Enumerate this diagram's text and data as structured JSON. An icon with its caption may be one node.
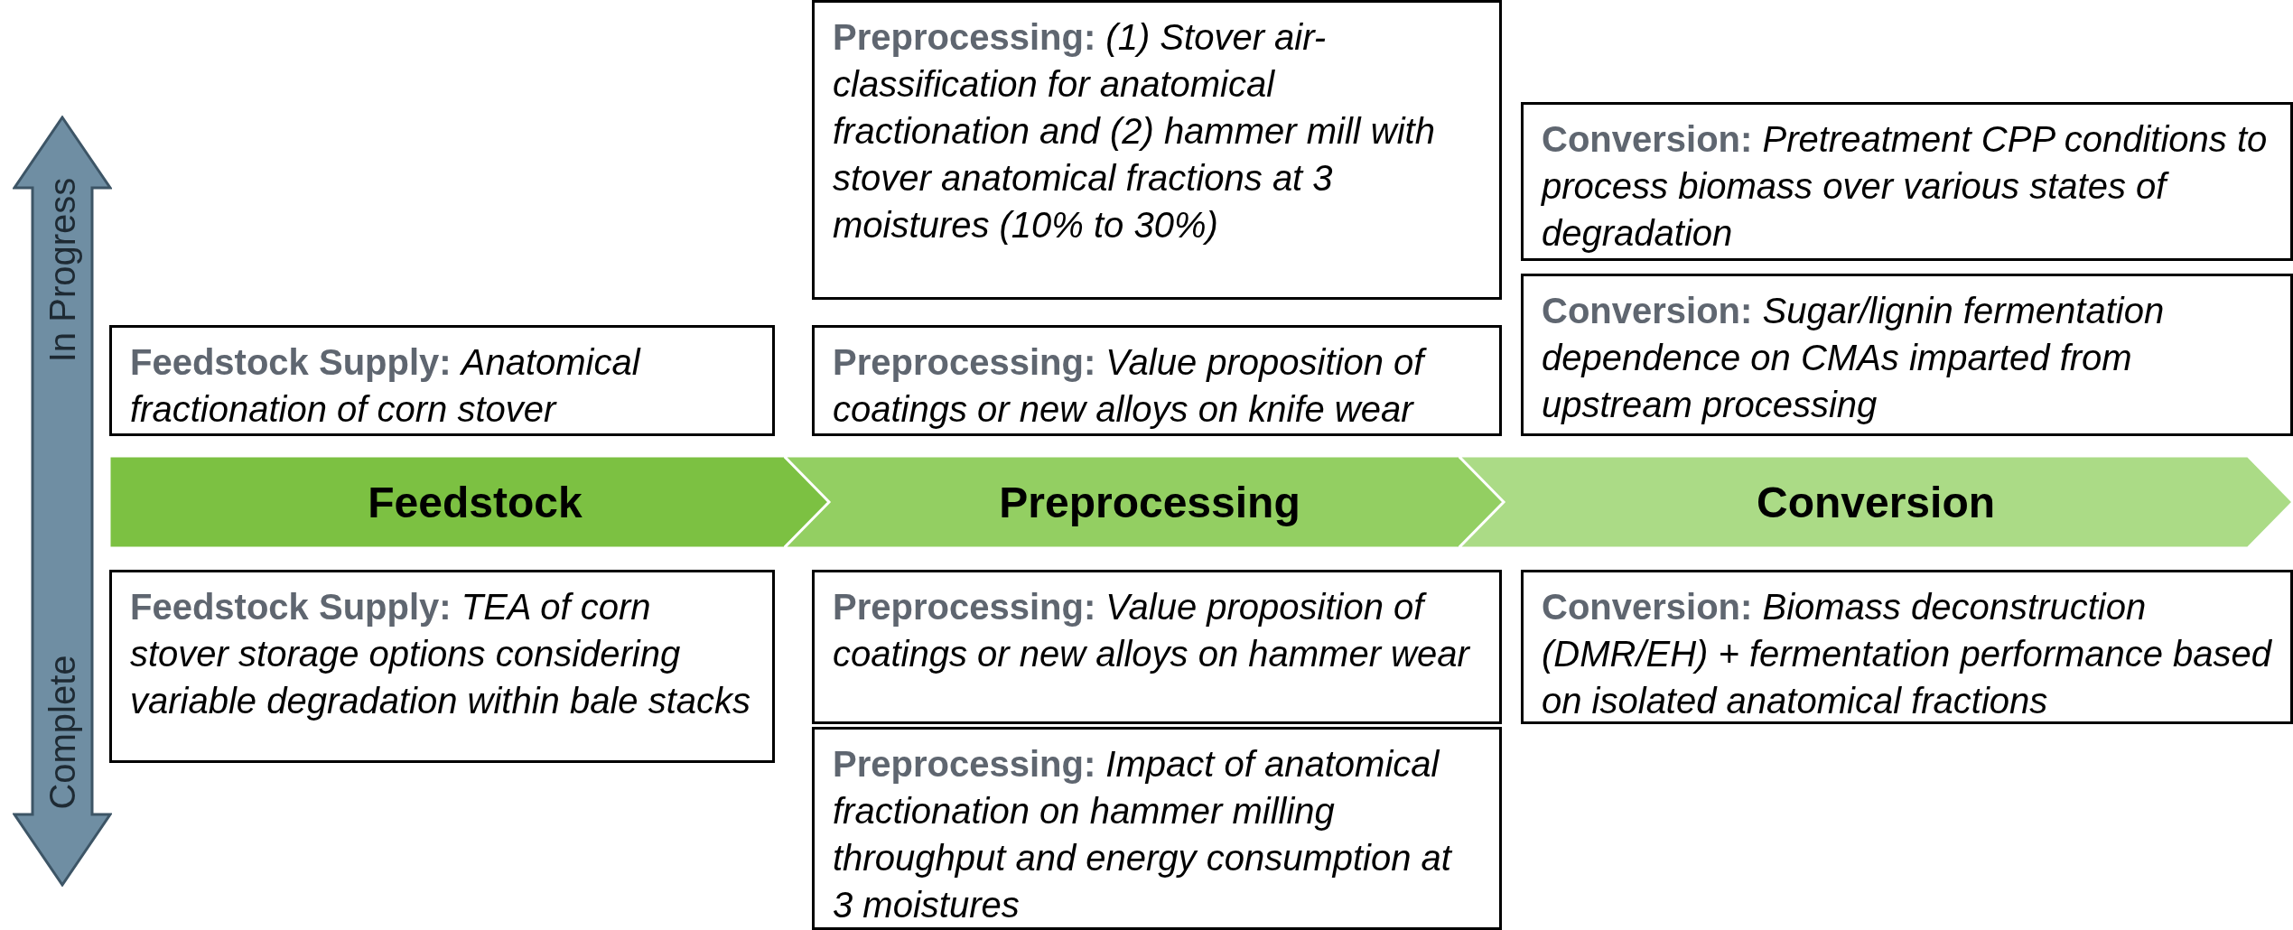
{
  "diagram": {
    "nodes": [
      {
        "text": [
          "In Progress",
          "Complete"
        ]
      },
      {
        "text": [
          "Feedstock"
        ]
      },
      {
        "text": [
          "Preprocessing"
        ]
      },
      {
        "text": [
          "Conversion"
        ]
      },
      {
        "text": [
          "Feedstock Supply:",
          "Anatomical fractionation of corn stover"
        ]
      },
      {
        "text": [
          "Preprocessing:",
          "(1) Stover air-classification for anatomical fractionation and (2) hammer mill with stover anatomical fractions at 3 moistures (10% to 30%)"
        ]
      },
      {
        "text": [
          "Preprocessing:",
          "Value proposition of coatings or new alloys on knife wear"
        ]
      },
      {
        "text": [
          "Conversion:",
          "Pretreatment CPP conditions to process biomass over various states of degradation"
        ]
      },
      {
        "text": [
          "Conversion:",
          "Sugar/lignin fermentation dependence on CMAs imparted from upstream processing"
        ]
      },
      {
        "text": [
          "Feedstock Supply:",
          "TEA of corn stover storage options considering variable degradation within bale stacks"
        ]
      },
      {
        "text": [
          "Preprocessing:",
          "Value proposition of coatings or new alloys on hammer wear"
        ]
      },
      {
        "text": [
          "Preprocessing:",
          "Impact of anatomical fractionation on hammer milling throughput and energy consumption at 3 moistures"
        ]
      },
      {
        "text": [
          "Conversion:",
          "Biomass deconstruction (DMR/EH) + fermentation performance based on isolated anatomical fractions"
        ]
      }
    ]
  }
}
